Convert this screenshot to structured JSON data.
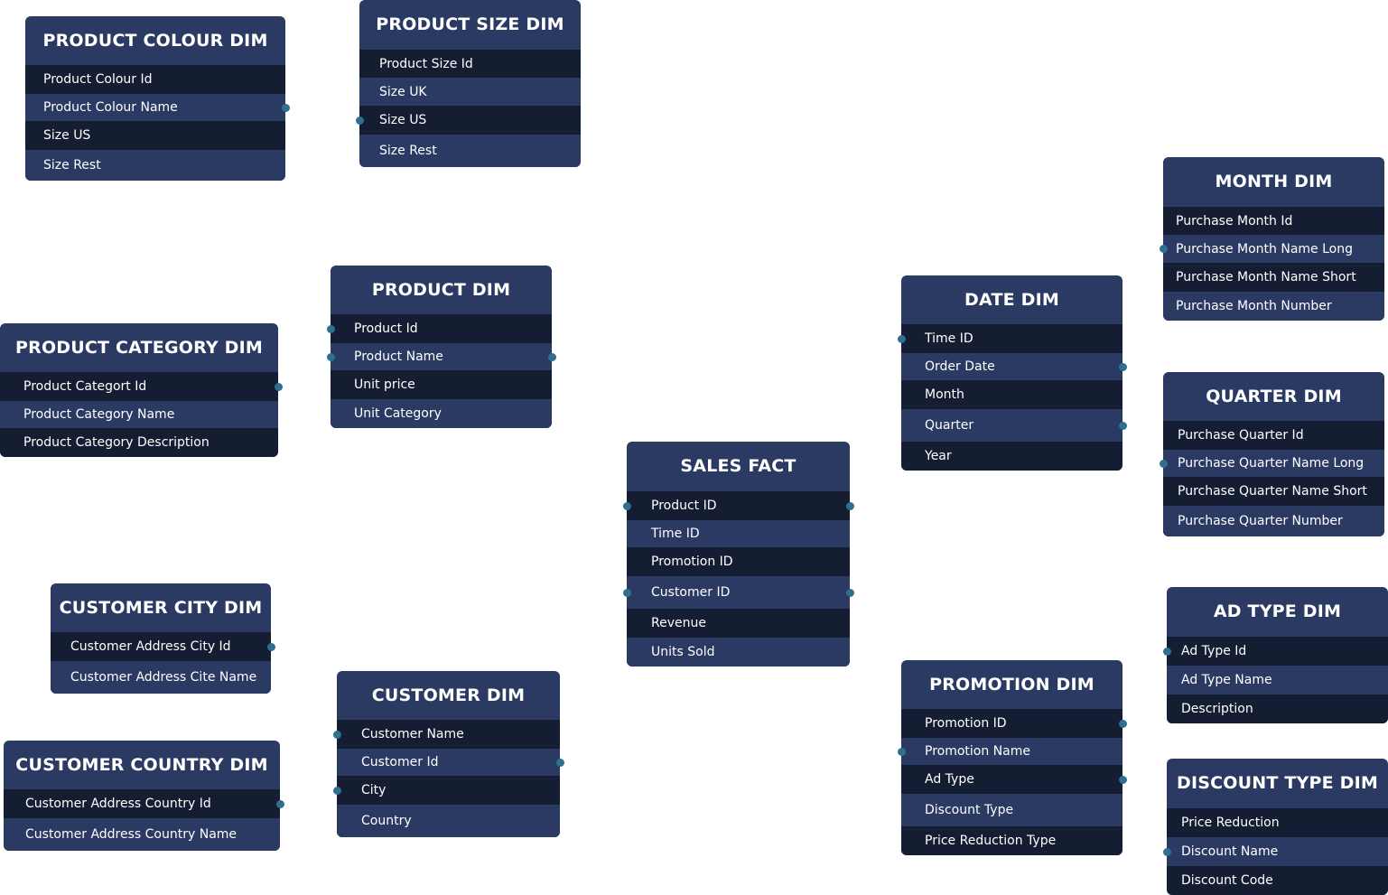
{
  "tables": {
    "product_colour_dim": {
      "title": "PRODUCT COLOUR DIM",
      "rows": [
        "Product Colour Id",
        "Product Colour Name",
        "Size US",
        "Size Rest"
      ]
    },
    "product_size_dim": {
      "title": "PRODUCT SIZE DIM",
      "rows": [
        "Product Size Id",
        "Size UK",
        "Size US",
        "Size Rest"
      ]
    },
    "month_dim": {
      "title": "MONTH DIM",
      "rows": [
        "Purchase Month Id",
        "Purchase Month Name Long",
        "Purchase Month Name Short",
        "Purchase Month Number"
      ]
    },
    "product_dim": {
      "title": "PRODUCT DIM",
      "rows": [
        "Product Id",
        "Product Name",
        "Unit price",
        "Unit Category"
      ]
    },
    "date_dim": {
      "title": "DATE DIM",
      "rows": [
        "Time ID",
        "Order Date",
        "Month",
        "Quarter",
        "Year"
      ]
    },
    "product_category_dim": {
      "title": "PRODUCT CATEGORY DIM",
      "rows": [
        "Product Categort Id",
        "Product Category Name",
        "Product Category Description"
      ]
    },
    "quarter_dim": {
      "title": "QUARTER  DIM",
      "rows": [
        "Purchase Quarter Id",
        "Purchase Quarter Name Long",
        "Purchase Quarter Name Short",
        "Purchase Quarter Number"
      ]
    },
    "sales_fact": {
      "title": "SALES FACT",
      "rows": [
        "Product ID",
        "Time ID",
        "Promotion ID",
        "Customer ID",
        "Revenue",
        "Units Sold"
      ]
    },
    "customer_city_dim": {
      "title": "CUSTOMER CITY DIM",
      "rows": [
        "Customer Address City Id",
        "Customer Address Cite Name"
      ]
    },
    "ad_type_dim": {
      "title": "AD TYPE DIM",
      "rows": [
        "Ad Type Id",
        "Ad Type Name",
        "Description"
      ]
    },
    "customer_dim": {
      "title": "CUSTOMER  DIM",
      "rows": [
        "Customer Name",
        "Customer Id",
        "City",
        "Country"
      ]
    },
    "promotion_dim": {
      "title": "PROMOTION DIM",
      "rows": [
        "Promotion ID",
        "Promotion Name",
        "Ad Type",
        "Discount Type",
        "Price Reduction Type"
      ]
    },
    "customer_country_dim": {
      "title": "CUSTOMER COUNTRY DIM",
      "rows": [
        "Customer Address Country Id",
        "Customer Address Country Name"
      ]
    },
    "discount_type_dim": {
      "title": "DISCOUNT TYPE DIM",
      "rows": [
        "Price Reduction",
        "Discount Name",
        "Discount Code"
      ]
    }
  },
  "colors": {
    "header": "#2b3a63",
    "row_dark": "#151d33",
    "row_light": "#2b3a63",
    "connector_dot": "#2f6f8f",
    "background": "#ffffff"
  }
}
